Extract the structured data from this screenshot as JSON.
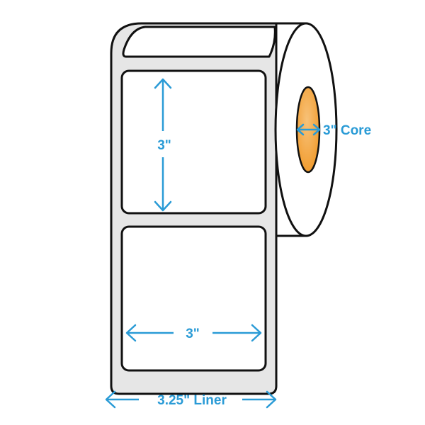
{
  "colors": {
    "accent": "#2a9bd6",
    "outline": "#111111",
    "roll_body": "#ffffff",
    "liner": "#e6e6e6",
    "core": "#f19a2a",
    "core_highlight": "#f7c27a"
  },
  "dimensions": {
    "label_height": "3\"",
    "label_width": "3\"",
    "core": "3\" Core",
    "liner": "3.25\" Liner"
  }
}
